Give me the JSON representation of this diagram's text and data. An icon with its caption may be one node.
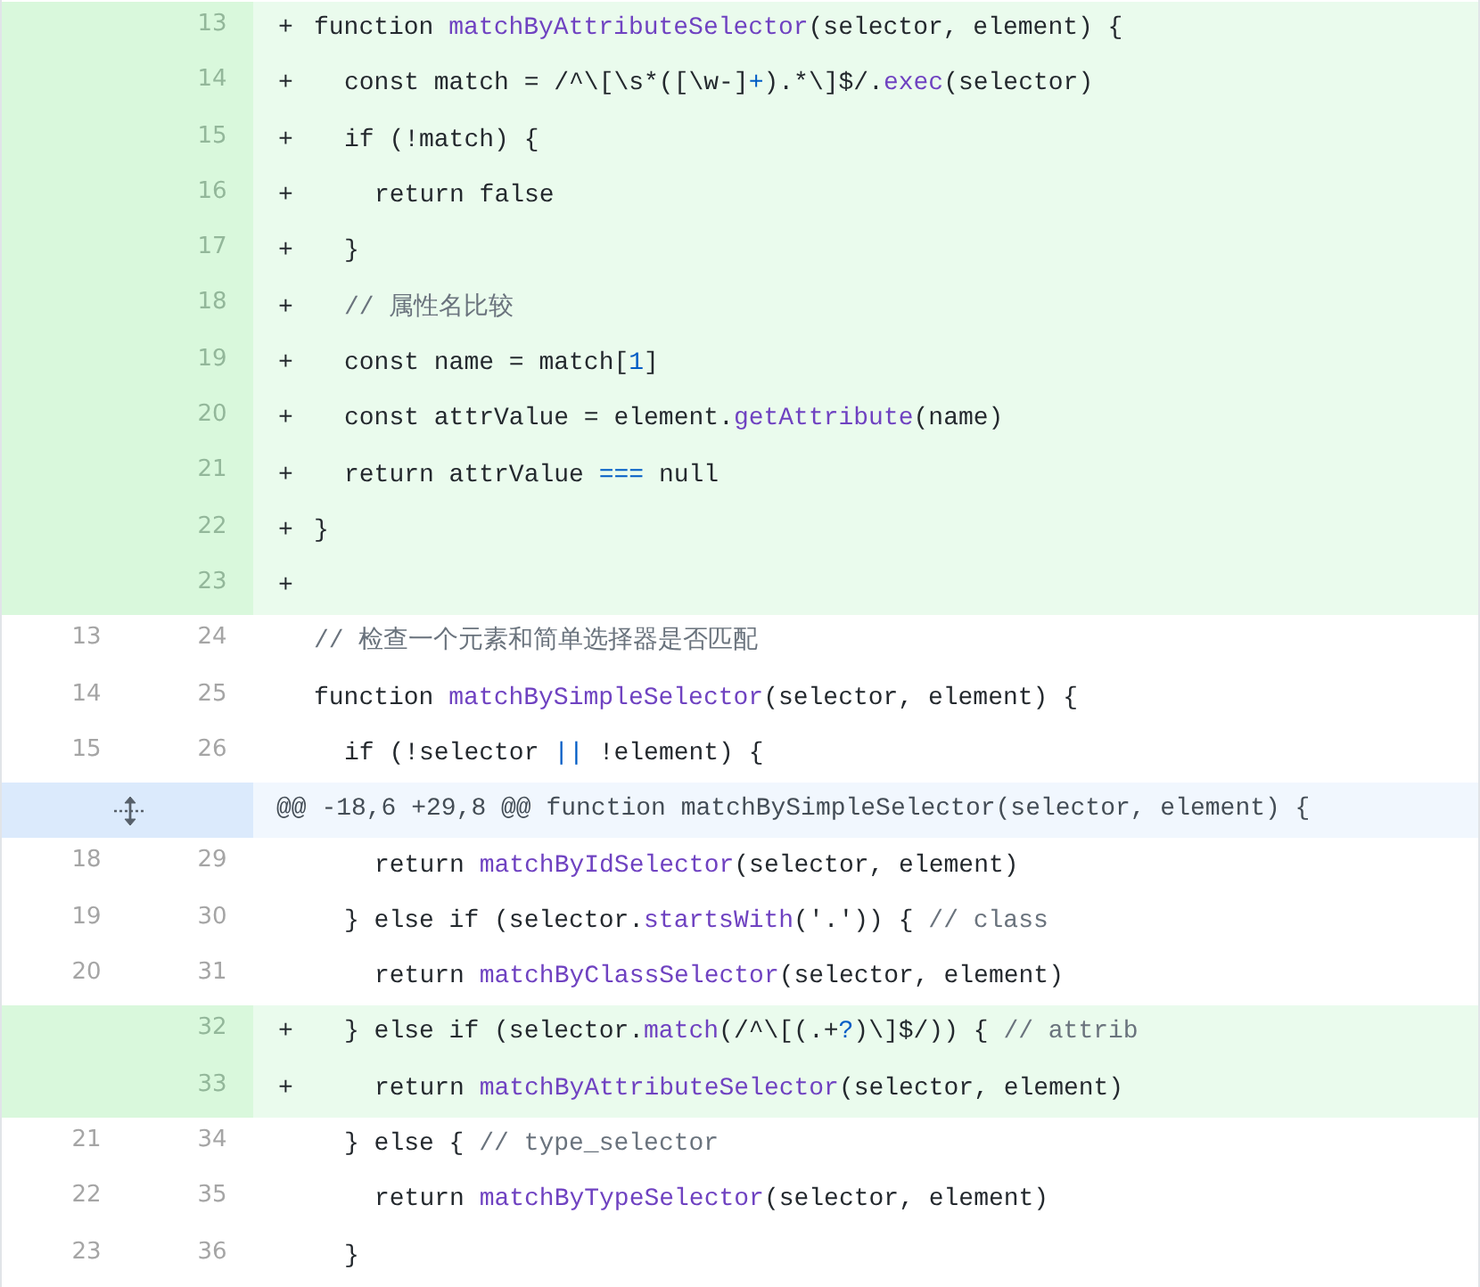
{
  "diagram": {
    "labels": [
      "13",
      "+",
      "function matchByAttributeSelector(selector, element) {",
      "14",
      "+",
      "const match = /^\\[\\s*([\\w-]+).*\\]$/.exec(selector)",
      "15",
      "+",
      "if (!match) {",
      "16",
      "+",
      "return false",
      "17",
      "+",
      "}",
      "18",
      "+",
      "// 属性名比较",
      "19",
      "+",
      "const name = match[1]",
      "20",
      "+",
      "const attrValue = element.getAttribute(name)",
      "21",
      "+",
      "return attrValue === null",
      "22",
      "+",
      "}",
      "23",
      "+",
      "13",
      "24",
      "// 检查一个元素和简单选择器是否匹配",
      "14",
      "25",
      "function matchBySimpleSelector(selector, element) {",
      "15",
      "26",
      "if (!selector || !element) {",
      "@@ -18,6 +29,8 @@ function matchBySimpleSelector(selector, element) {",
      "18",
      "29",
      "return matchByIdSelector(selector, element)",
      "19",
      "30",
      "} else if (selector.startsWith('.')) { // class",
      "20",
      "31",
      "return matchByClassSelector(selector, element)",
      "32",
      "+",
      "} else if (selector.match(/^\\[(.+?)\\]$/)) { // attrib",
      "33",
      "+",
      "return matchByAttributeSelector(selector, element)",
      "21",
      "34",
      "} else { // type_selector",
      "22",
      "35",
      "return matchByTypeSelector(selector, element)",
      "23",
      "36",
      "}"
    ]
  }
}
